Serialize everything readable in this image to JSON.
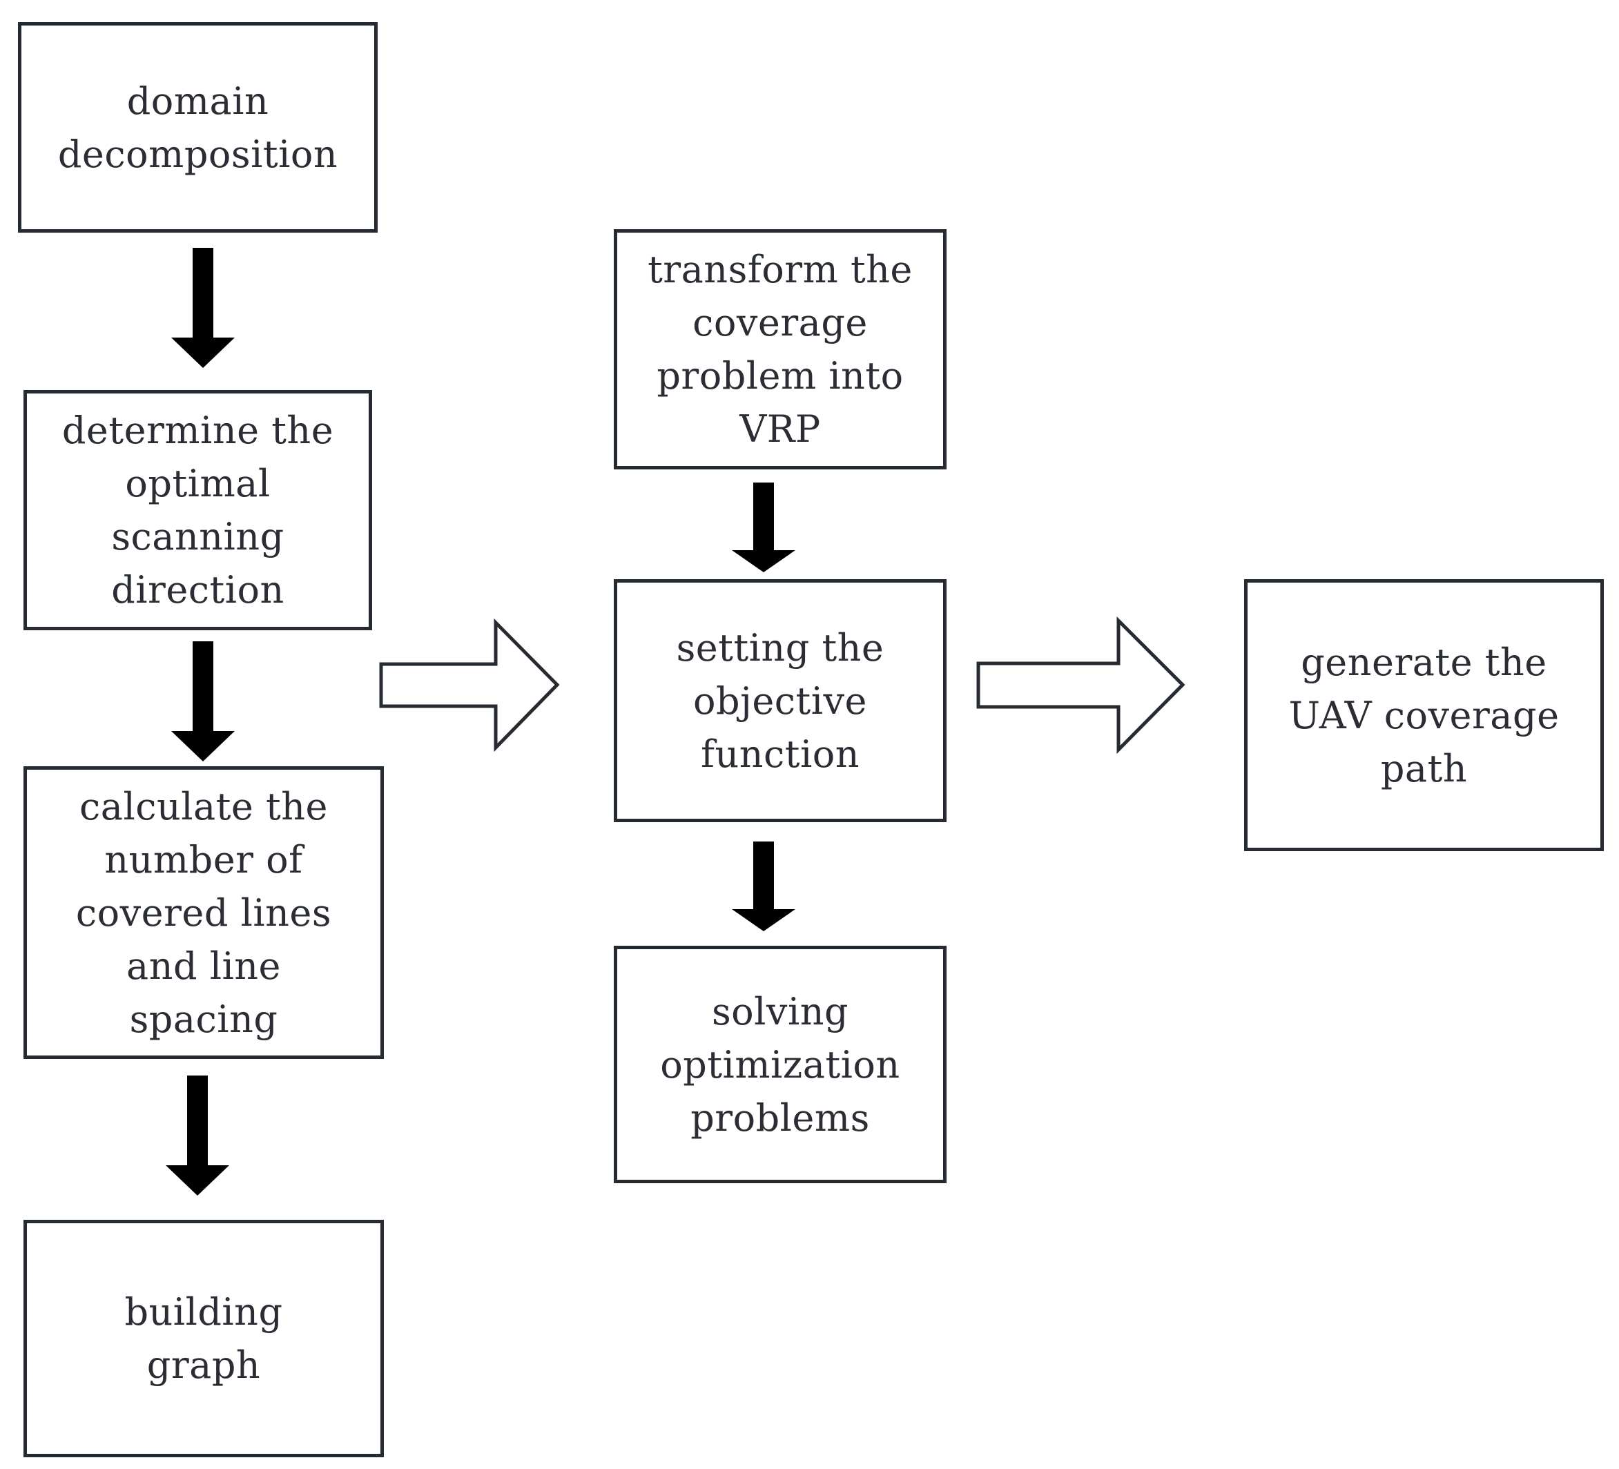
{
  "flowchart": {
    "nodes": [
      {
        "id": "domain-decomposition",
        "label": "domain\ndecomposition"
      },
      {
        "id": "optimal-scanning-direction",
        "label": "determine the\noptimal\nscanning\ndirection"
      },
      {
        "id": "covered-lines",
        "label": "calculate the\nnumber of\ncovered lines\nand line\nspacing"
      },
      {
        "id": "building-graph",
        "label": "building\ngraph"
      },
      {
        "id": "transform-vrp",
        "label": "transform the\ncoverage\nproblem into\nVRP"
      },
      {
        "id": "objective-function",
        "label": "setting the\nobjective\nfunction"
      },
      {
        "id": "solving-optimization",
        "label": "solving\noptimization\nproblems"
      },
      {
        "id": "uav-coverage-path",
        "label": "generate the\nUAV coverage\npath"
      }
    ],
    "edges": [
      {
        "from": "domain-decomposition",
        "to": "optimal-scanning-direction",
        "style": "solid"
      },
      {
        "from": "optimal-scanning-direction",
        "to": "covered-lines",
        "style": "solid"
      },
      {
        "from": "covered-lines",
        "to": "building-graph",
        "style": "solid"
      },
      {
        "from": "transform-vrp",
        "to": "objective-function",
        "style": "solid"
      },
      {
        "from": "objective-function",
        "to": "solving-optimization",
        "style": "solid"
      },
      {
        "from": "optimal-scanning-direction",
        "to": "objective-function",
        "style": "outline"
      },
      {
        "from": "objective-function",
        "to": "uav-coverage-path",
        "style": "outline"
      }
    ]
  },
  "colors": {
    "box_border": "#262a31",
    "text": "#2a2d33",
    "solid_arrow": "#000000",
    "outline_arrow": "#262a31"
  }
}
